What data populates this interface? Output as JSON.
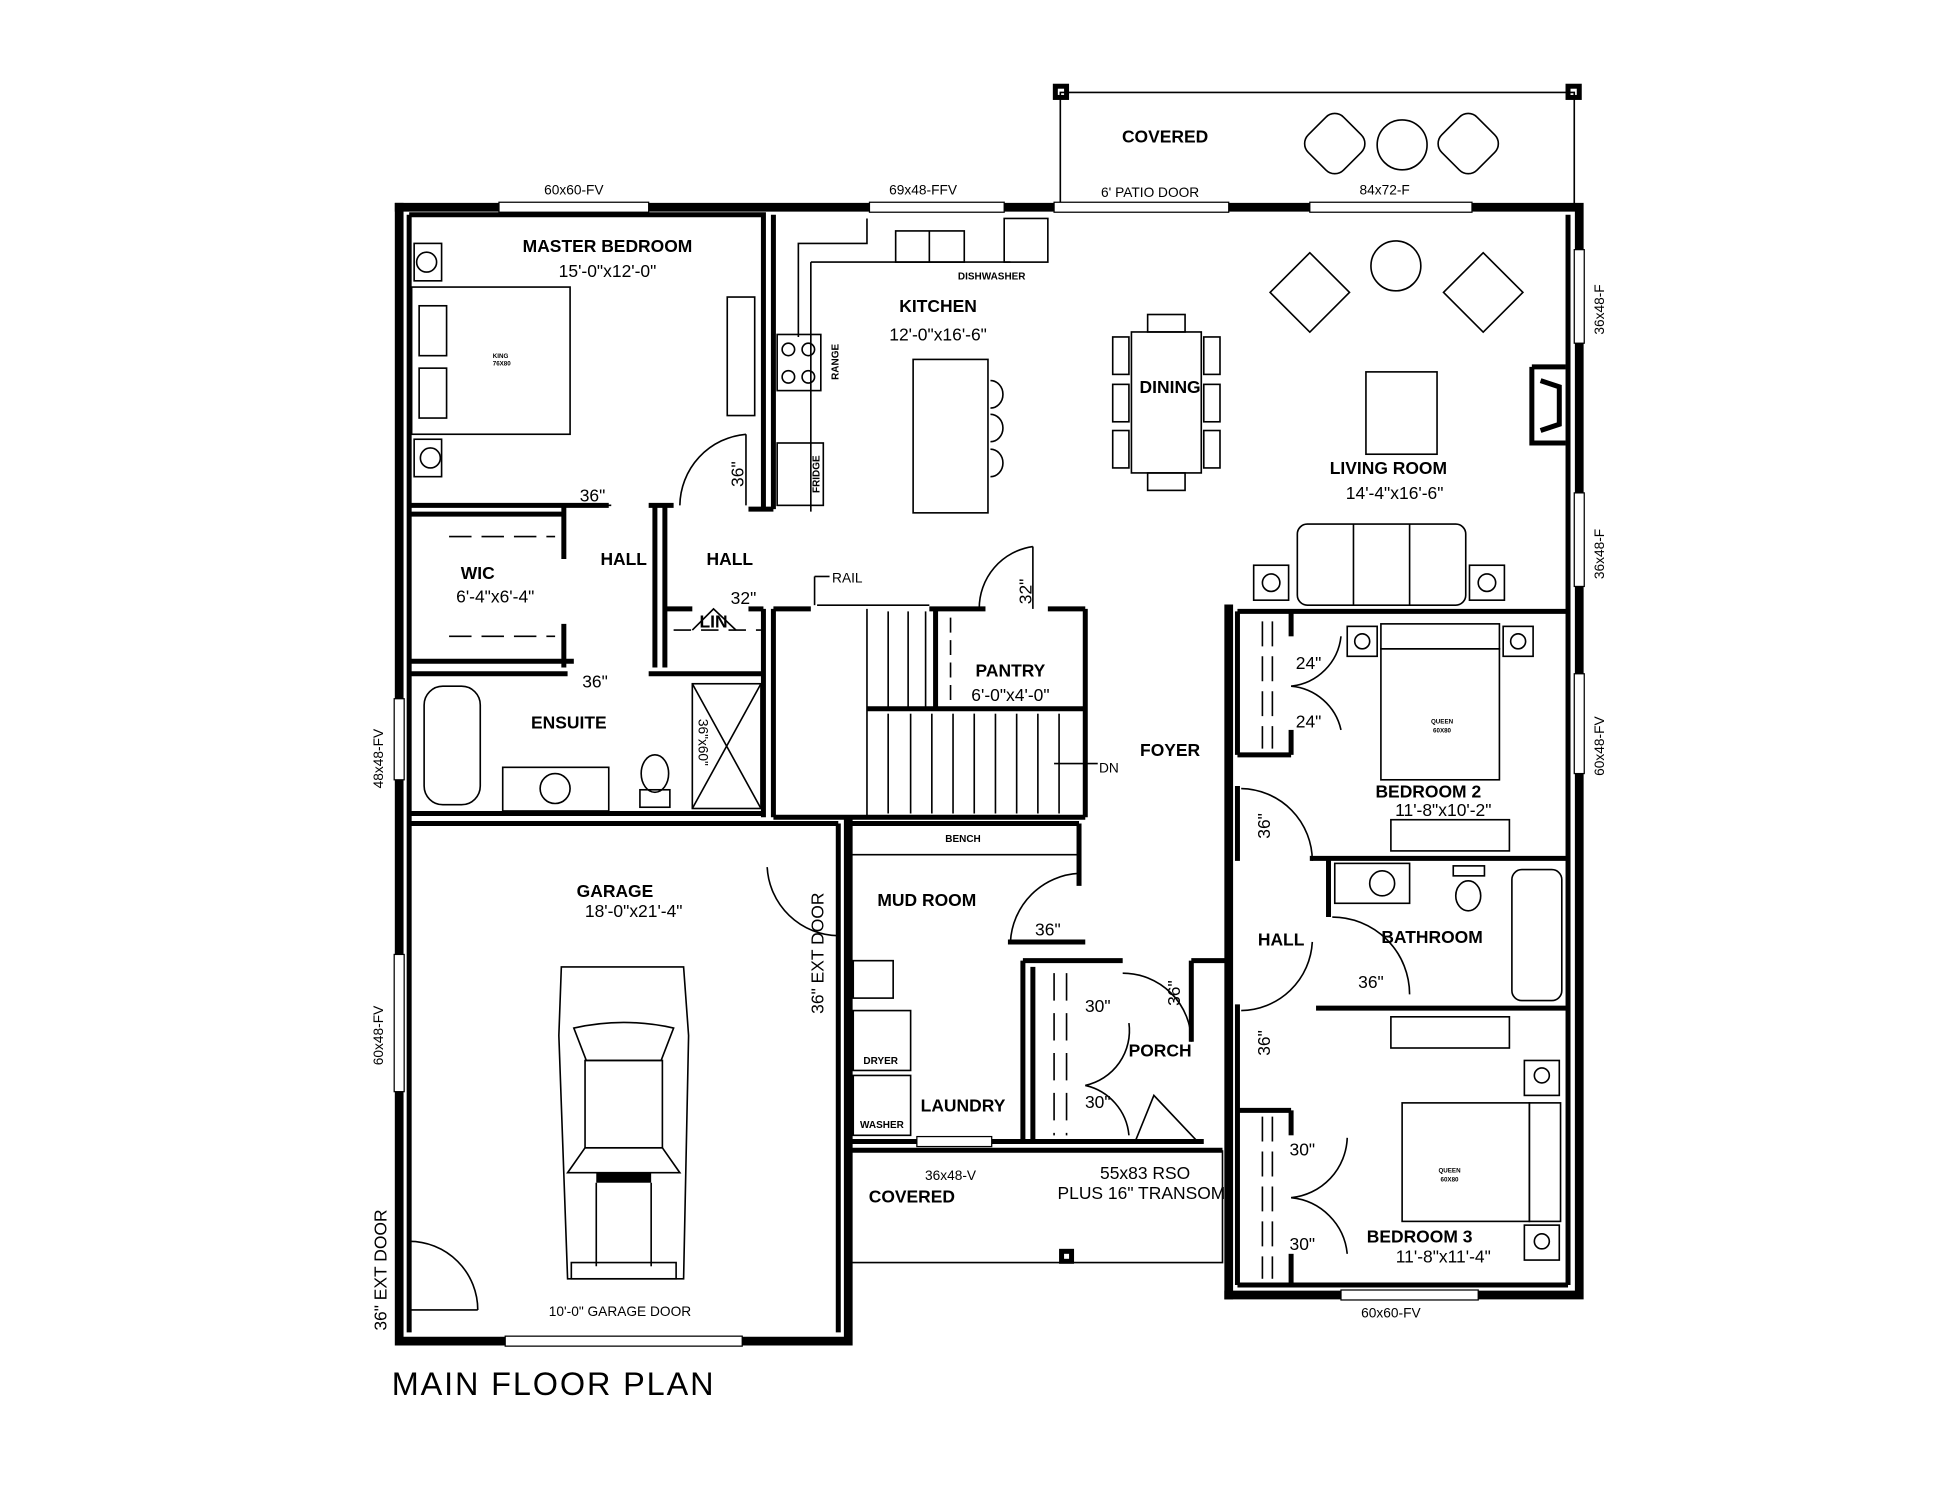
{
  "title": "MAIN FLOOR PLAN",
  "rooms": {
    "covered_patio": {
      "name": "COVERED"
    },
    "master_bedroom": {
      "name": "MASTER BEDROOM",
      "dims": "15'-0\"x12'-0\""
    },
    "kitchen": {
      "name": "KITCHEN",
      "dims": "12'-0\"x16'-6\""
    },
    "dining": {
      "name": "DINING"
    },
    "living_room": {
      "name": "LIVING ROOM",
      "dims": "14'-4\"x16'-6\""
    },
    "wic": {
      "name": "WIC",
      "dims": "6'-4\"x6'-4\""
    },
    "hall_1": {
      "name": "HALL"
    },
    "hall_2": {
      "name": "HALL"
    },
    "linen": {
      "name": "LIN"
    },
    "pantry": {
      "name": "PANTRY",
      "dims": "6'-0\"x4'-0\""
    },
    "ensuite": {
      "name": "ENSUITE"
    },
    "foyer": {
      "name": "FOYER"
    },
    "bedroom_2": {
      "name": "BEDROOM 2",
      "dims": "11'-8\"x10'-2\""
    },
    "hall_3": {
      "name": "HALL"
    },
    "bathroom": {
      "name": "BATHROOM"
    },
    "garage": {
      "name": "GARAGE",
      "dims": "18'-0\"x21'-4\""
    },
    "mud_room": {
      "name": "MUD ROOM"
    },
    "laundry": {
      "name": "LAUNDRY"
    },
    "porch": {
      "name": "PORCH"
    },
    "covered_front": {
      "name": "COVERED"
    },
    "bedroom_3": {
      "name": "BEDROOM 3",
      "dims": "11'-8\"x11'-4\""
    }
  },
  "windows": {
    "master_top": "60x60-FV",
    "kitchen_top": "69x48-FFV",
    "patio_door": "6' PATIO DOOR",
    "living_top": "84x72-F",
    "living_right_1": "36x48-F",
    "living_right_2": "36x48-F",
    "bedroom2_right": "60x48-FV",
    "ensuite_left": "48x48-FV",
    "garage_left": "60x48-FV",
    "laundry_bottom": "36x48-V",
    "front_door": "55x83 RSO",
    "front_door_transom": "PLUS 16\" TRANSOM",
    "bedroom3_bottom": "60x60-FV"
  },
  "doors": {
    "master": "36\"",
    "master_hall": "36\"",
    "linen": "32\"",
    "pantry": "32\"",
    "ensuite": "36\"",
    "shower": "36\"x60\"",
    "bed2_closet_1": "24\"",
    "bed2_closet_2": "24\"",
    "bed2": "36\"",
    "bathroom": "36\"",
    "bed3": "36\"",
    "bed3_closet_1": "30\"",
    "bed3_closet_2": "30\"",
    "mud_room": "36\"",
    "porch_closet_1": "30\"",
    "porch_closet_2": "30\"",
    "porch": "36\"",
    "garage_ext": "36\" EXT DOOR",
    "mud_ext": "36\" EXT DOOR",
    "garage_door": "10'-0\" GARAGE DOOR"
  },
  "fixtures": {
    "dishwasher": "DISHWASHER",
    "range": "RANGE",
    "fridge": "FRIDGE",
    "king_bed": "KING",
    "king_bed_size": "76X80",
    "queen_bed_2": "QUEEN",
    "queen_bed_2_size": "60X80",
    "queen_bed_3": "QUEEN",
    "queen_bed_3_size": "60X80",
    "rail": "RAIL",
    "stairs_dn": "DN",
    "bench": "BENCH",
    "dryer": "DRYER",
    "washer": "WASHER"
  }
}
